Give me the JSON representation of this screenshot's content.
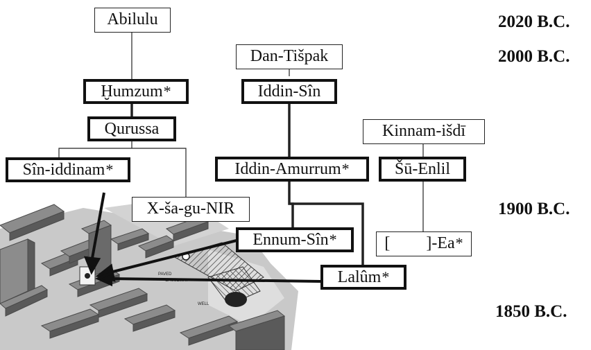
{
  "rulers": [
    {
      "name": "Abilulu",
      "star": ""
    },
    {
      "name": "Ḫumzum",
      "star": "*"
    },
    {
      "name": "Qurussa",
      "star": ""
    },
    {
      "name": "Sîn-iddinam",
      "star": "*"
    },
    {
      "name": "X-ša-gu-NIR",
      "star": ""
    },
    {
      "name": "Dan-Tišpak",
      "star": ""
    },
    {
      "name": "Iddin-Sîn",
      "star": ""
    },
    {
      "name": "Iddin-Amurrum",
      "star": "*"
    },
    {
      "name": "Ennum-Sîn",
      "star": "*"
    },
    {
      "name": "Lalûm",
      "star": "*"
    },
    {
      "name": "Kinnam-išdī",
      "star": ""
    },
    {
      "name": "Šū-Enlil",
      "star": ""
    },
    {
      "name_prefix": "[",
      "name_suffix": "]-Ea",
      "star": "*"
    }
  ],
  "dates": [
    "2020 B.C.",
    "2000 B.C.",
    "1900 B.C.",
    "1850 B.C."
  ],
  "plan_labels": {
    "causeway_line1": "PAVED",
    "causeway_line2": "CAUSEWAY",
    "well": "WELL"
  }
}
